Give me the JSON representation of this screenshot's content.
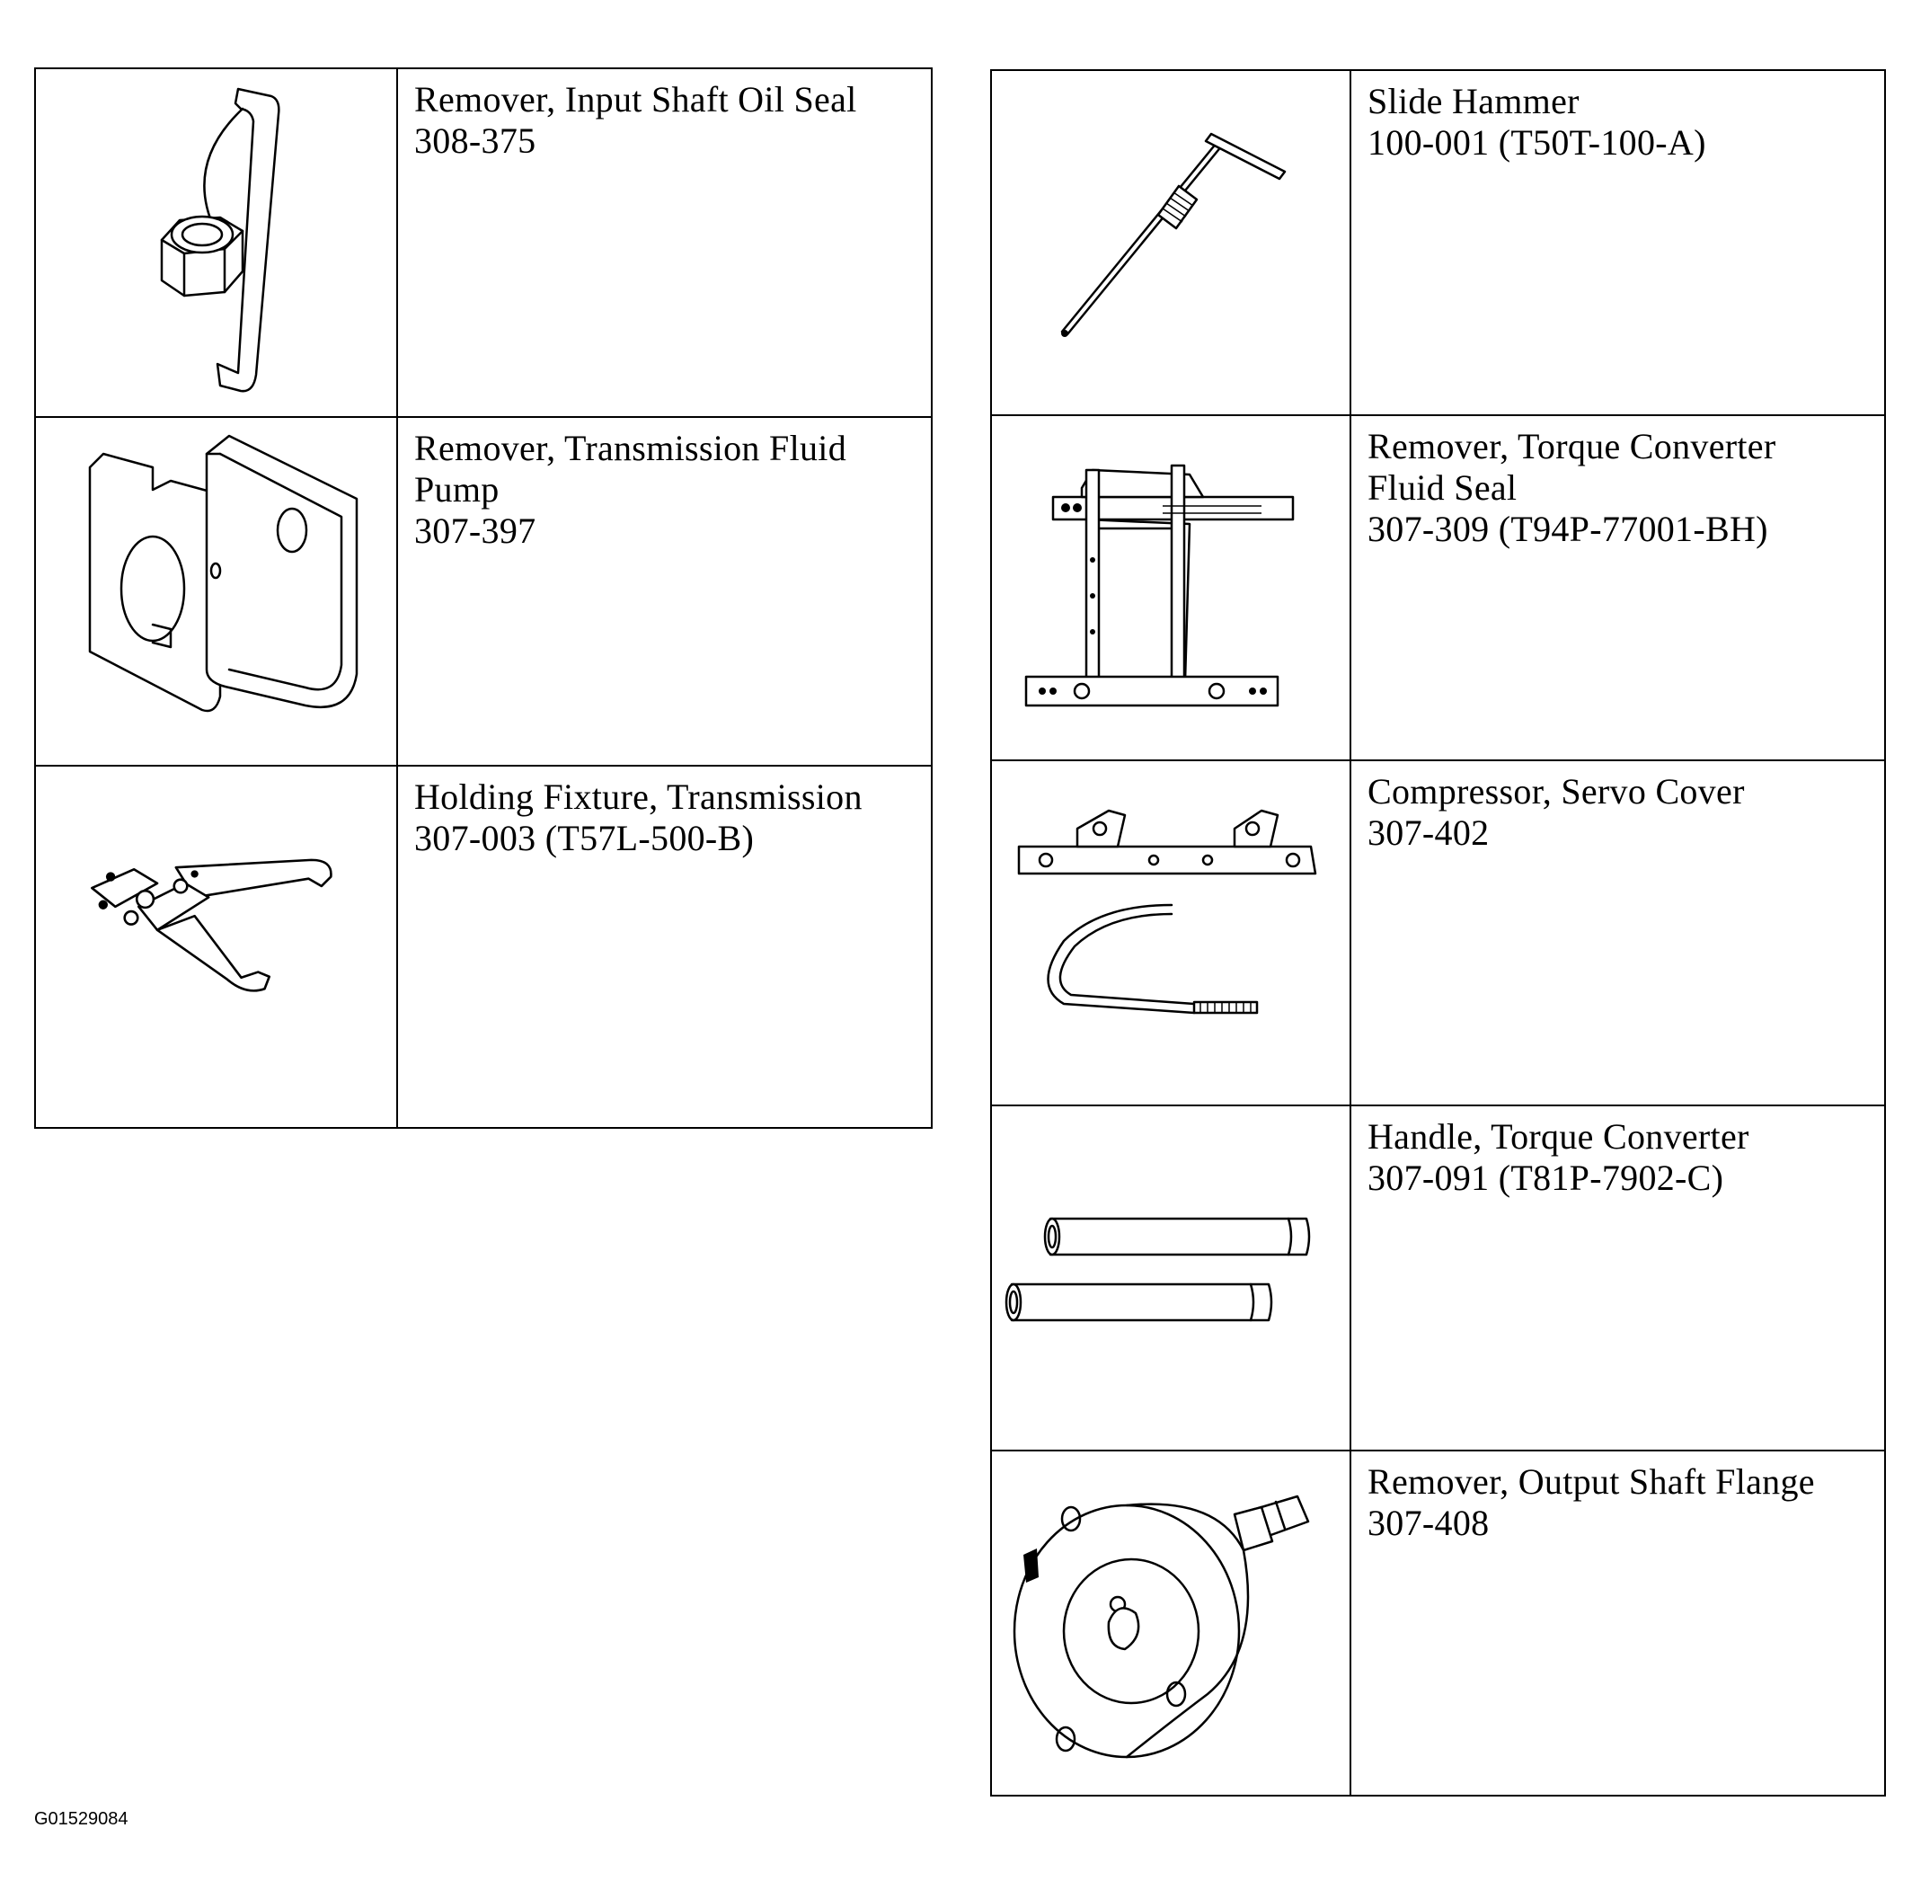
{
  "left_tools": [
    {
      "name": "Remover, Input Shaft Oil Seal",
      "number": "308-375"
    },
    {
      "name": "Remover, Transmission Fluid",
      "name2": "Pump",
      "number": "307-397"
    },
    {
      "name": "Holding Fixture, Transmission",
      "number": "307-003 (T57L-500-B)"
    }
  ],
  "right_tools": [
    {
      "name": "Slide Hammer",
      "number": "100-001 (T50T-100-A)"
    },
    {
      "name": "Remover, Torque Converter",
      "name2": "Fluid Seal",
      "number": "307-309 (T94P-77001-BH)"
    },
    {
      "name": "Compressor, Servo Cover",
      "number": "307-402"
    },
    {
      "name": "Handle, Torque Converter",
      "number": "307-091 (T81P-7902-C)"
    },
    {
      "name": "Remover, Output Shaft Flange",
      "number": "307-408"
    }
  ],
  "figure_id": "G01529084"
}
